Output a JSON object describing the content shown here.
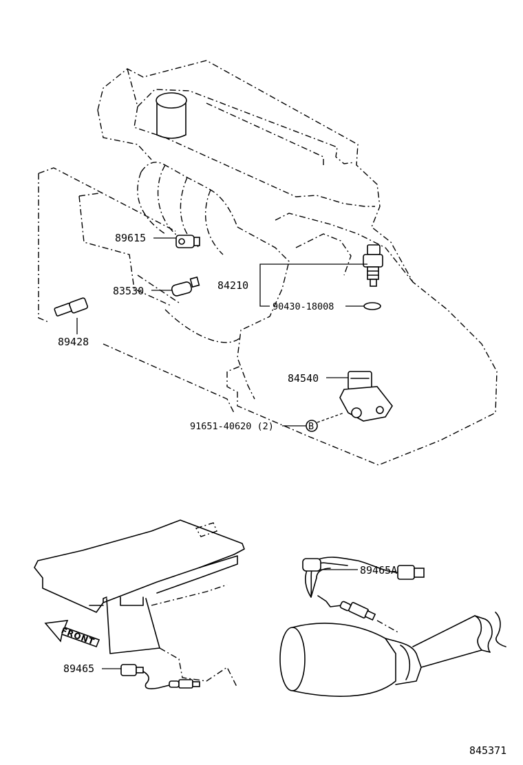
{
  "parts": {
    "p89615": "89615",
    "p83530": "83530",
    "p84210": "84210",
    "p89428": "89428",
    "p90430": "90430-18008",
    "p84540": "84540",
    "p91651": "91651-40620 (2)",
    "p89465A": "89465A",
    "p89465": "89465"
  },
  "front_label": "FRONT",
  "diagram_number": "845371"
}
